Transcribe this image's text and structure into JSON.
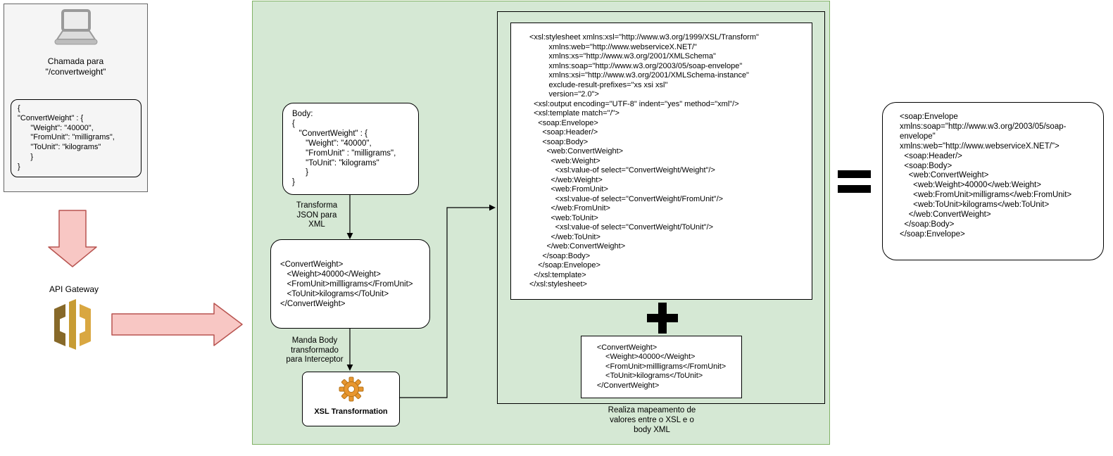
{
  "colors": {
    "panel_green": "#d5e8d4",
    "panel_green_border": "#82b366",
    "client_box_gray": "#f5f5f5",
    "arrow_pink": "#f8c7c4",
    "arrow_pink_border": "#b85450",
    "aws_gold_dark": "#876929",
    "aws_gold_light": "#d9a741",
    "gear_orange": "#e8962e"
  },
  "icons": {
    "client_device": "computer-icon",
    "gateway": "aws-api-gateway-icon",
    "transformation": "gear-icon",
    "combine": "plus-icon",
    "equivalence": "equals-icon"
  },
  "client": {
    "title": "Chamada para\n\"/convertweight\"",
    "payload": "{\n\"ConvertWeight\" : {\n      \"Weight\": \"40000\",\n      \"FromUnit\": \"milligrams\",\n      \"ToUnit\": \"kilograms\"\n      }\n}"
  },
  "gateway": {
    "label": "API Gateway"
  },
  "flow": {
    "body_box": "Body:\n{\n   \"ConvertWeight\" : {\n      \"Weight\": \"40000\",\n      \"FromUnit\" : \"milligrams\",\n      \"ToUnit\": \"kilograms\"\n      }\n}",
    "arrow1_label": "Transforma\nJSON para\nXML",
    "xml_box": "<ConvertWeight>\n   <Weight>40000</Weight>\n   <FromUnit>millligrams</FromUnit>\n   <ToUnit>kilograms</ToUnit>\n</ConvertWeight>",
    "arrow2_label": "Manda Body\ntransformado\npara Interceptor",
    "xsl_node_label": "XSL Transformation"
  },
  "mapping_panel": {
    "xsl_stylesheet": "<xsl:stylesheet xmlns:xsl=\"http://www.w3.org/1999/XSL/Transform\"\n         xmlns:web=\"http://www.webserviceX.NET/\"\n         xmlns:xs=\"http://www.w3.org/2001/XMLSchema\"\n         xmlns:soap=\"http://www.w3.org/2003/05/soap-envelope\"\n         xmlns:xsi=\"http://www.w3.org/2001/XMLSchema-instance\"\n         exclude-result-prefixes=\"xs xsi xsl\"\n         version=\"2.0\">\n  <xsl:output encoding=\"UTF-8\" indent=\"yes\" method=\"xml\"/>\n  <xsl:template match=\"/\">\n    <soap:Envelope>\n      <soap:Header/>\n      <soap:Body>\n        <web:ConvertWeight>\n          <web:Weight>\n            <xsl:value-of select=\"ConvertWeight/Weight\"/>\n          </web:Weight>\n          <web:FromUnit>\n            <xsl:value-of select=\"ConvertWeight/FromUnit\"/>\n          </web:FromUnit>\n          <web:ToUnit>\n            <xsl:value-of select=\"ConvertWeight/ToUnit\"/>\n          </web:ToUnit>\n        </web:ConvertWeight>\n      </soap:Body>\n    </soap:Envelope>\n  </xsl:template>\n</xsl:stylesheet>",
    "xml_body": "<ConvertWeight>\n    <Weight>40000</Weight>\n    <FromUnit>millligrams</FromUnit>\n    <ToUnit>kilograms</ToUnit>\n</ConvertWeight>",
    "caption": "Realiza mapeamento de\nvalores entre o XSL e o\nbody XML"
  },
  "result": {
    "soap_envelope": "<soap:Envelope\nxmlns:soap=\"http://www.w3.org/2003/05/soap-\nenvelope\"\nxmlns:web=\"http://www.webserviceX.NET/\">\n  <soap:Header/>\n  <soap:Body>\n    <web:ConvertWeight>\n      <web:Weight>40000</web:Weight>\n      <web:FromUnit>milligrams</web:FromUnit>\n      <web:ToUnit>kilograms</web:ToUnit>\n    </web:ConvertWeight>\n  </soap:Body>\n</soap:Envelope>"
  }
}
